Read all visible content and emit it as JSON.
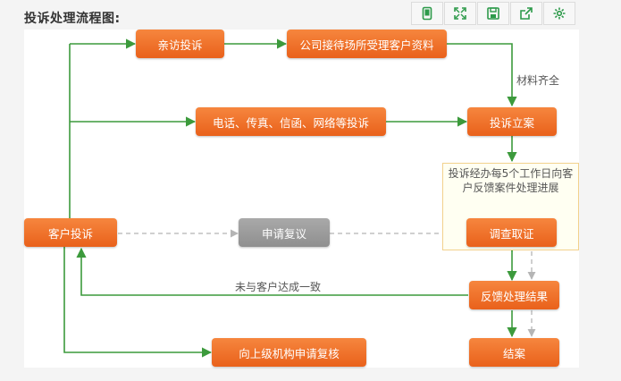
{
  "title": "投诉处理流程图:",
  "toolbar": {
    "icons": [
      "tablet-icon",
      "fullscreen-icon",
      "save-icon",
      "share-icon",
      "settings-icon"
    ]
  },
  "nodes": {
    "visit": "亲访投诉",
    "company_receive": "公司接待场所受理客户资料",
    "phone_fax": "电话、传真、信函、网络等投诉",
    "case_filing": "投诉立案",
    "customer_complaint": "客户投诉",
    "review_request": "申请复议",
    "investigation": "调查取证",
    "feedback_result": "反馈处理结果",
    "close_case": "结案",
    "higher_review": "向上级机构申请复核"
  },
  "labels": {
    "materials_complete": "材料齐全",
    "no_agreement": "未与客户达成一致",
    "handler_note": "投诉经办每5个工作日向客户反馈案件处理进展"
  },
  "colors": {
    "box_orange": "#ee6d27",
    "box_gray": "#999999",
    "line_green": "#3c9a3c",
    "dashed_gray": "#b5b5b5",
    "note_border": "#f2d18c"
  }
}
